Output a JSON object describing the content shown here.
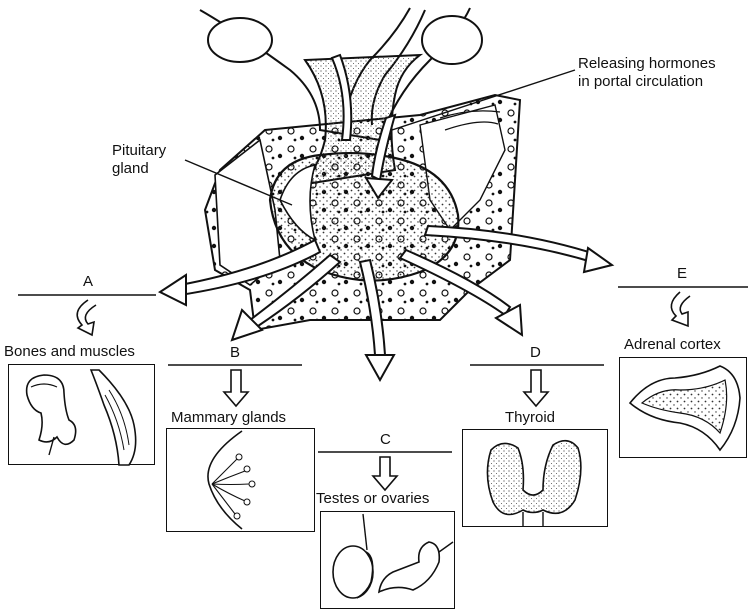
{
  "labels": {
    "releasing": [
      "Releasing hormones",
      "in portal circulation"
    ],
    "pituitary": [
      "Pituitary",
      "gland"
    ]
  },
  "targets": [
    {
      "id": "bones",
      "letter": "A",
      "label": "Bones and muscles"
    },
    {
      "id": "mammary",
      "letter": "B",
      "label": "Mammary glands"
    },
    {
      "id": "gonads",
      "letter": "C",
      "label": "Testes or ovaries"
    },
    {
      "id": "thyroid",
      "letter": "D",
      "label": "Thyroid"
    },
    {
      "id": "adrenal",
      "letter": "E",
      "label": "Adrenal cortex"
    }
  ],
  "colors": {
    "ink": "#111111",
    "paper": "#ffffff",
    "stipple": "#444444"
  }
}
